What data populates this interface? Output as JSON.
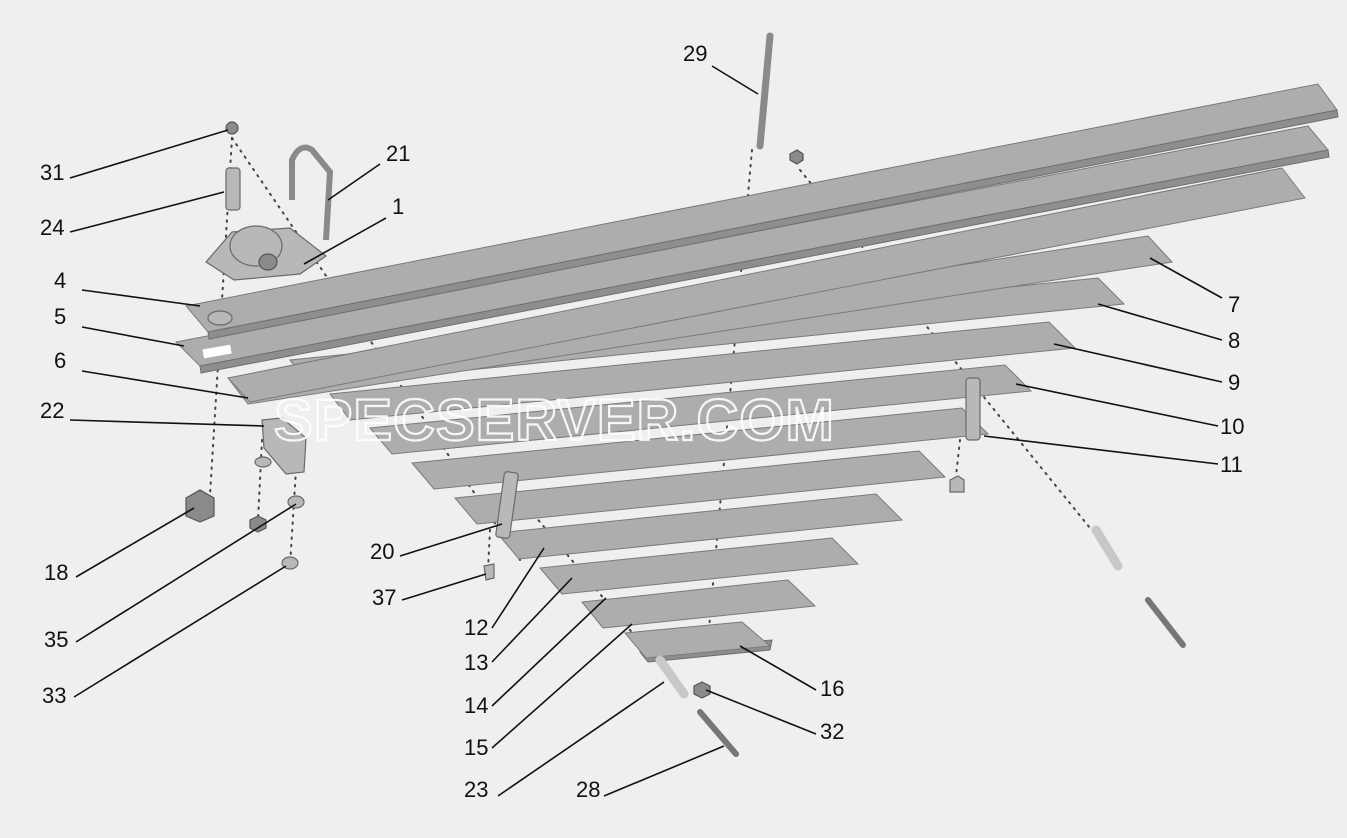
{
  "watermark": "SPECSERVER.COM",
  "colors": {
    "background": "#efefef",
    "leaf": "#adadad",
    "leaf_edge": "#8e8e8e",
    "label": "#111111"
  },
  "callouts": [
    "29",
    "31",
    "21",
    "24",
    "1",
    "4",
    "5",
    "6",
    "7",
    "8",
    "9",
    "10",
    "11",
    "22",
    "18",
    "35",
    "33",
    "20",
    "37",
    "12",
    "13",
    "14",
    "15",
    "16",
    "32",
    "23",
    "28"
  ]
}
